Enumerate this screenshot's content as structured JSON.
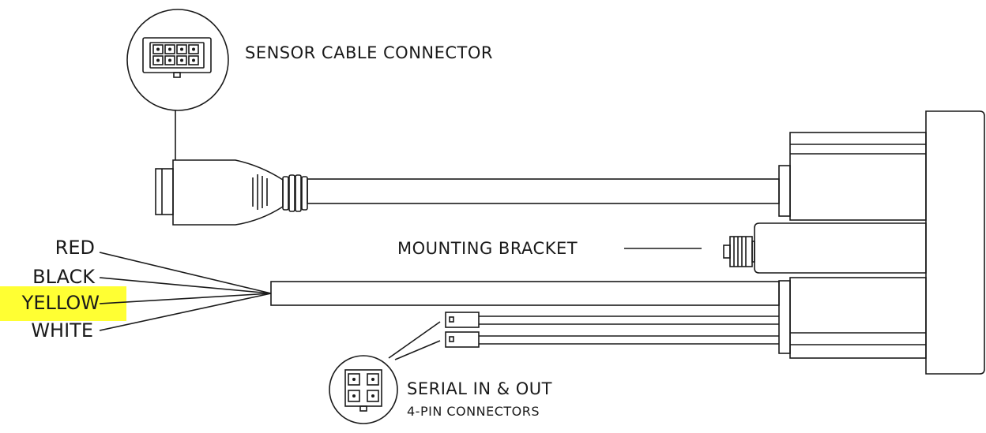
{
  "labels": {
    "sensor_cable_connector": "SENSOR CABLE CONNECTOR",
    "mounting_bracket": "MOUNTING BRACKET",
    "serial_in_out": "SERIAL IN & OUT",
    "four_pin_connectors": "4-PIN CONNECTORS"
  },
  "wires": [
    {
      "label": "RED"
    },
    {
      "label": "BLACK"
    },
    {
      "label": "YELLOW",
      "highlight": "#ffff33"
    },
    {
      "label": "WHITE"
    }
  ],
  "colors": {
    "line": "#1a1a1a",
    "highlight": "#ffff33"
  }
}
